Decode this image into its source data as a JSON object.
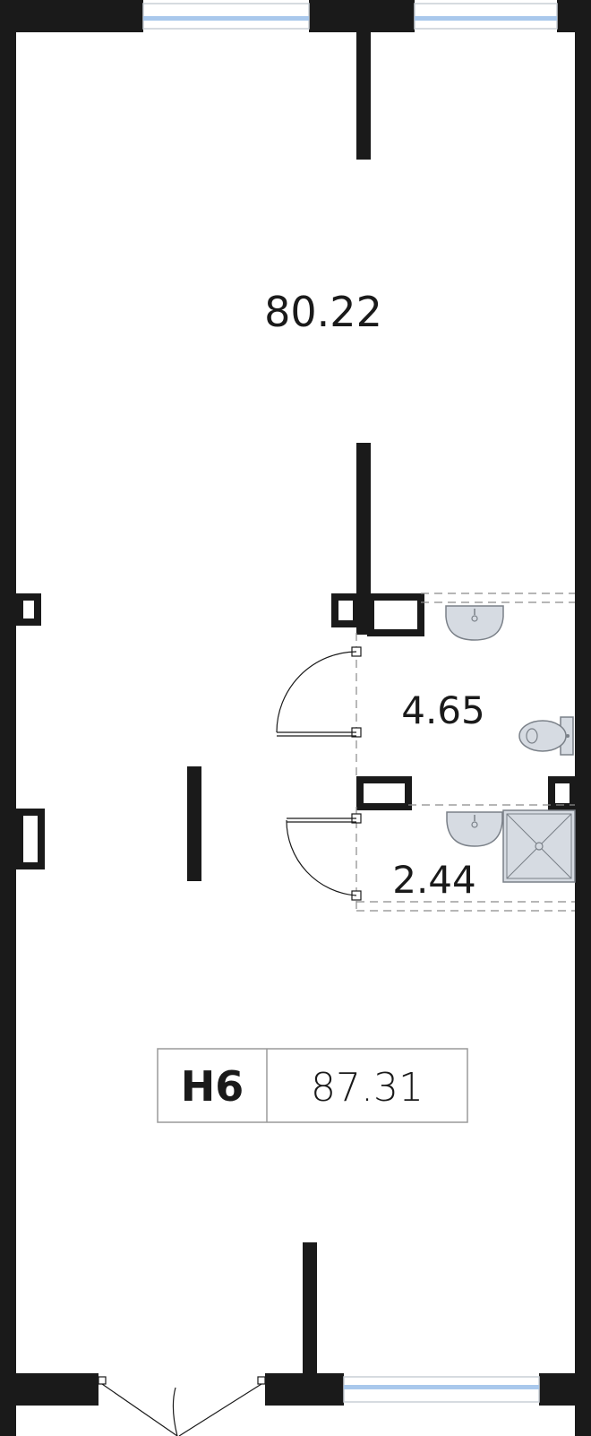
{
  "plan": {
    "colors": {
      "wall": "#1a1a1a",
      "window_glass": "#a9c8ec",
      "fixture_fill": "#d6dbe2",
      "fixture_stroke": "#7a8088",
      "dashed_line": "#8a8a8a",
      "label_box_border": "#9a9a9a"
    },
    "rooms": [
      {
        "id": "main-hall",
        "area": "80.22"
      },
      {
        "id": "bathroom",
        "area": "4.65"
      },
      {
        "id": "shower-room",
        "area": "2.44"
      }
    ],
    "unit": {
      "code": "Н6",
      "total_area": "87.31"
    },
    "icons": [
      "sink-icon",
      "toilet-icon",
      "shower-tray-icon",
      "door-swing-icon",
      "window-icon"
    ]
  }
}
